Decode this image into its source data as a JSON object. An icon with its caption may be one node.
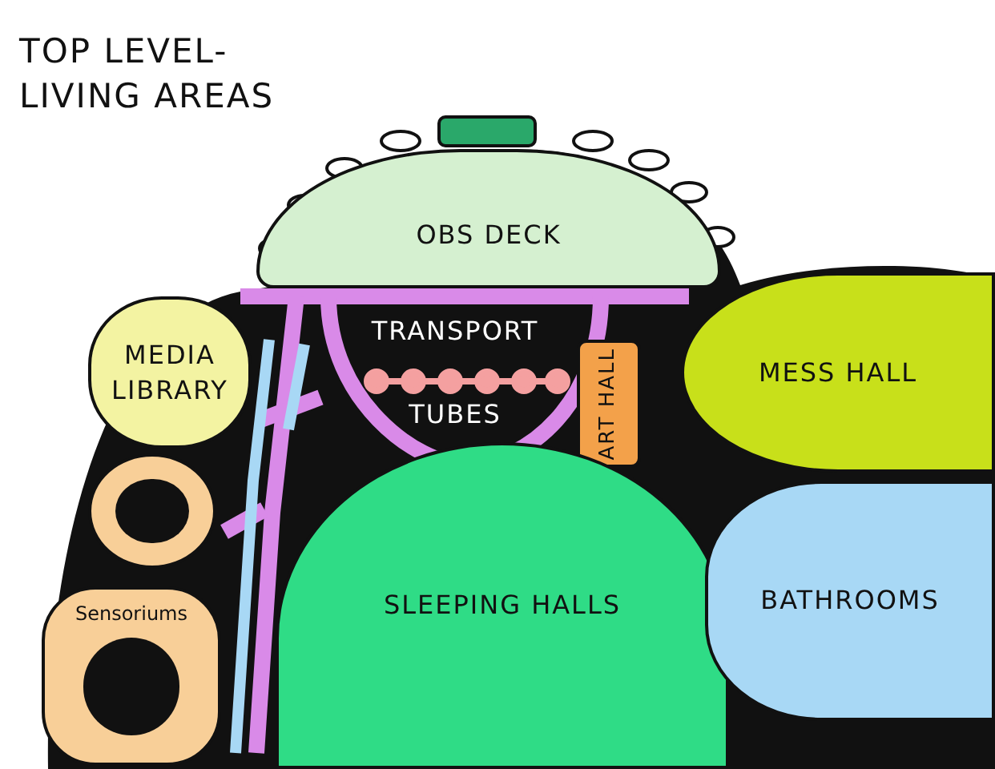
{
  "diagram": {
    "title": "TOP LEVEL- LIVING AREAS",
    "nodes": [
      {
        "text": [],
        "shape": "bar"
      },
      {
        "text": [
          "OBS DECK"
        ]
      },
      {
        "text": [
          "TRANSPORT TUBES"
        ]
      },
      {
        "text": [
          "MEDIA LIBRARY"
        ]
      },
      {
        "text": [
          "ART HALL"
        ]
      },
      {
        "text": [
          "MESS HALL"
        ]
      },
      {
        "text": [],
        "shape": "circle"
      },
      {
        "text": [
          "Sensoriums"
        ]
      },
      {
        "text": [
          "SLEEPING HALLS"
        ]
      },
      {
        "text": [
          "BATHROOMS"
        ]
      }
    ]
  }
}
